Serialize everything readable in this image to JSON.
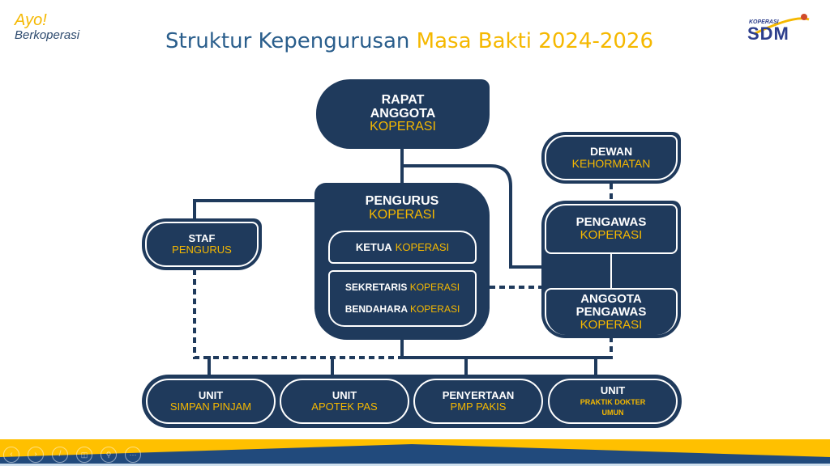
{
  "brand": {
    "tagline_top": "Ayo!",
    "tagline_bottom": "Berkoperasi",
    "logo_small": "KOPERASI",
    "logo_big": "SDM"
  },
  "title": {
    "part1": "Struktur Kepengurusan",
    "part2": "Masa Bakti 2024-2026"
  },
  "colors": {
    "navy": "#1f3a5c",
    "yellow": "#f5b800",
    "title_blue": "#2a5e8c"
  },
  "nodes": {
    "rapat": {
      "l1": "RAPAT",
      "l2": "ANGGOTA",
      "l3": "KOPERASI"
    },
    "dewan": {
      "l1": "DEWAN",
      "l2": "KEHORMATAN"
    },
    "pengurus": {
      "l1": "PENGURUS",
      "l2": "KOPERASI"
    },
    "ketua": {
      "l1": "KETUA",
      "l2": "KOPERASI"
    },
    "sekretaris": {
      "l1": "SEKRETARIS",
      "l2": "KOPERASI"
    },
    "bendahara": {
      "l1": "BENDAHARA",
      "l2": "KOPERASI"
    },
    "staf": {
      "l1": "STAF",
      "l2": "PENGURUS"
    },
    "pengawas": {
      "l1": "PENGAWAS",
      "l2": "KOPERASI"
    },
    "anggota_pengawas": {
      "l1": "ANGGOTA",
      "l2": "PENGAWAS",
      "l3": "KOPERASI"
    }
  },
  "units": [
    {
      "l1": "UNIT",
      "l2": "SIMPAN PINJAM"
    },
    {
      "l1": "UNIT",
      "l2": "APOTEK PAS"
    },
    {
      "l1": "PENYERTAAN",
      "l2": "PMP PAKIS"
    },
    {
      "l1": "UNIT",
      "l2": "PRAKTIK DOKTER",
      "l3": "UMUN"
    }
  ]
}
